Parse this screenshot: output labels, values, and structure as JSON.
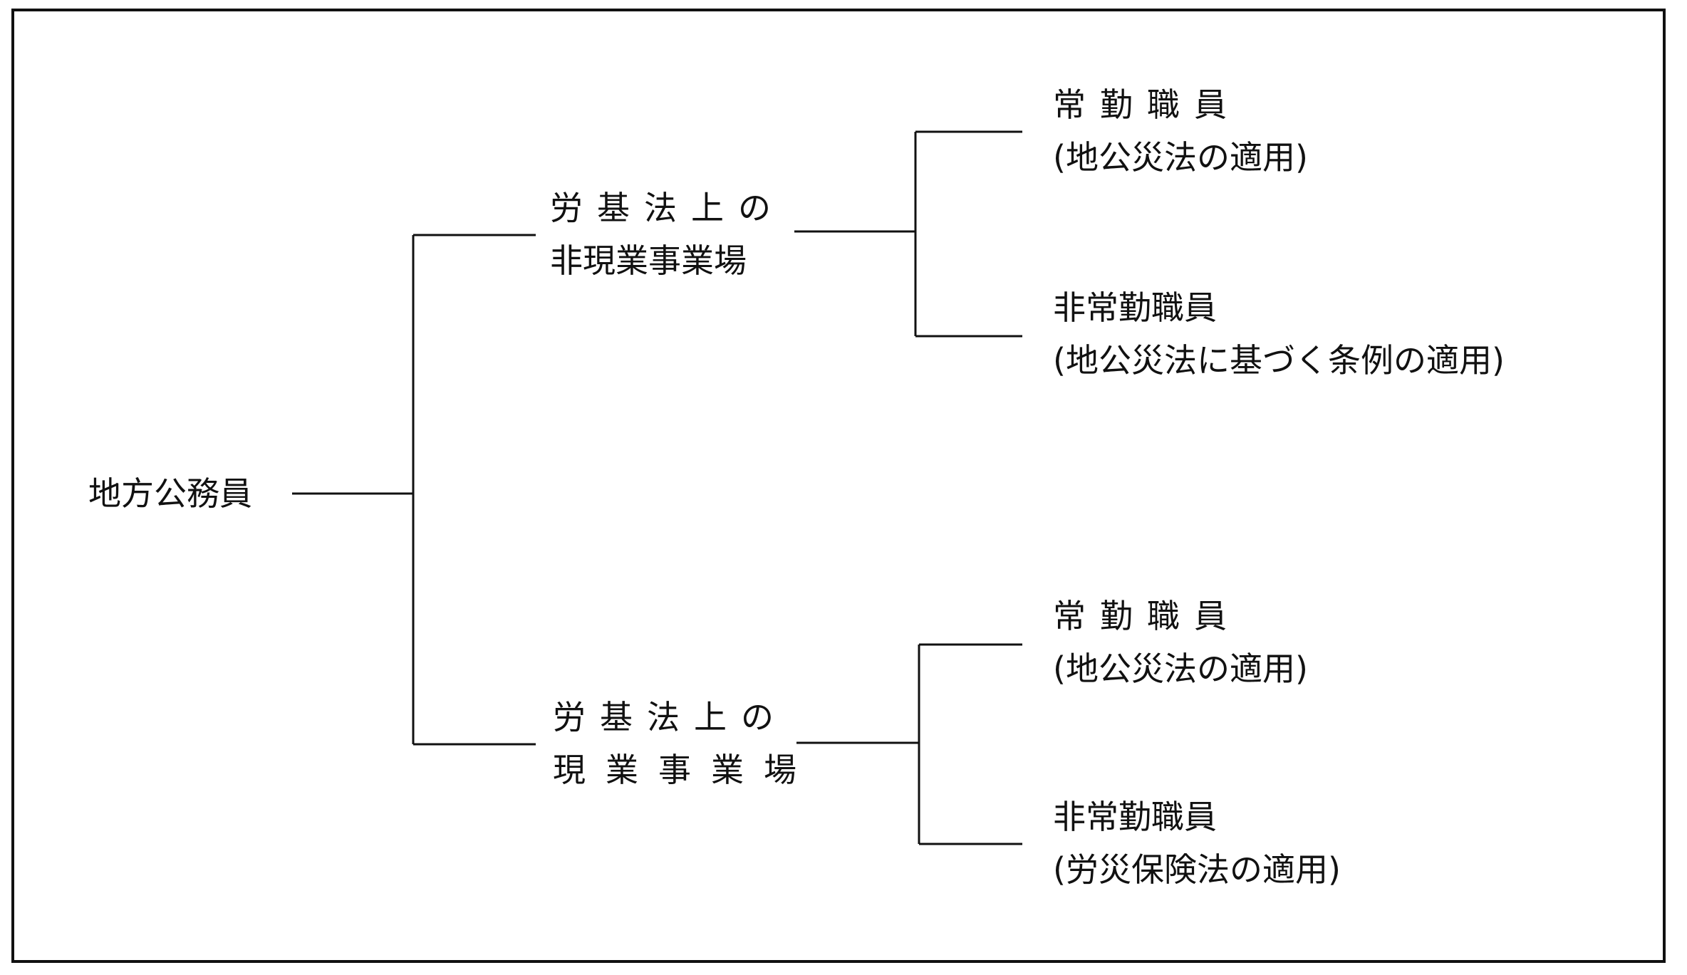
{
  "diagram": {
    "root": {
      "label": "地方公務員"
    },
    "branches": [
      {
        "label_line1": "労基法上の",
        "label_line2": "非現業事業場",
        "leaves": [
          {
            "title": "常勤職員",
            "note": "(地公災法の適用)"
          },
          {
            "title": "非常勤職員",
            "note": "(地公災法に基づく条例の適用)"
          }
        ]
      },
      {
        "label_line1": "労基法上の",
        "label_line2": "現業事業場",
        "leaves": [
          {
            "title": "常勤職員",
            "note": "(地公災法の適用)"
          },
          {
            "title": "非常勤職員",
            "note": "(労災保険法の適用)"
          }
        ]
      }
    ]
  }
}
